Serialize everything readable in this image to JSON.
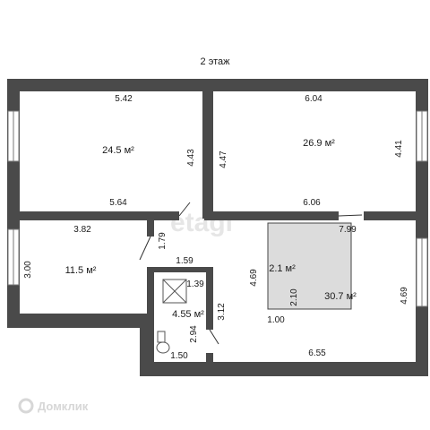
{
  "title": "2 этаж",
  "unit": "м²",
  "watermark": "etagi",
  "brand": "Домклик",
  "rooms": [
    {
      "id": "top-left",
      "area": "24.5 м²"
    },
    {
      "id": "top-right",
      "area": "26.9 м²"
    },
    {
      "id": "left-small",
      "area": "11.5 м²"
    },
    {
      "id": "bathroom",
      "area": "4.55 м²"
    },
    {
      "id": "stair",
      "area": "2.1 м²"
    },
    {
      "id": "big-room",
      "area": "30.7 м²"
    }
  ],
  "dimensions": {
    "tl_top": "5.42",
    "tl_bottom": "5.64",
    "tl_right": "4.43",
    "tr_top": "6.04",
    "tr_bottom": "6.06",
    "tr_left": "4.47",
    "tr_right": "4.41",
    "ls_top": "3.82",
    "ls_left": "3.00",
    "ls_right": "1.79",
    "corr_bottom": "1.59",
    "corr_height": "4.69",
    "bath_top": "1.39",
    "bath_side": "2.94",
    "bath_bottom": "1.50",
    "bath_right": "3.12",
    "stair_side": "2.10",
    "stair_bottom": "1.00",
    "big_top": "7.99",
    "big_bottom": "6.55",
    "big_right": "4.69"
  }
}
